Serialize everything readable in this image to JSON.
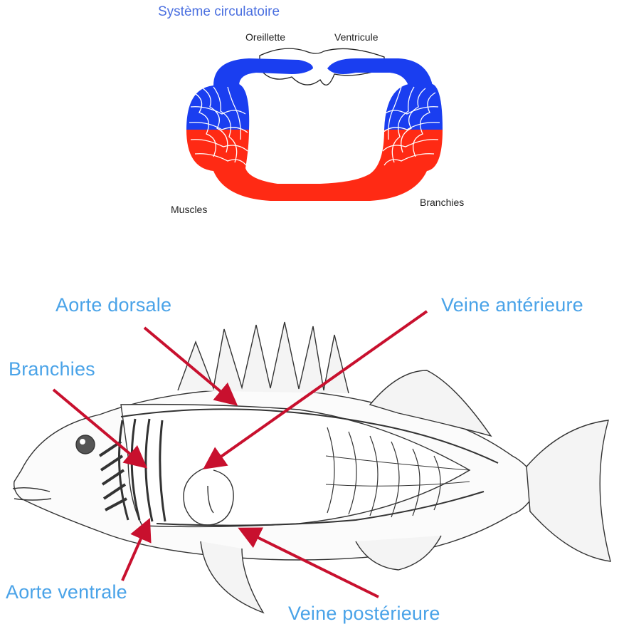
{
  "circulatory_diagram": {
    "title": "Système circulatoire",
    "labels": {
      "atrium": "Oreillette",
      "ventricle": "Ventricule",
      "muscles": "Muscles",
      "gills": "Branchies"
    },
    "colors": {
      "deoxygenated": "#1a3ef0",
      "oxygenated": "#ff2a14"
    }
  },
  "fish_diagram": {
    "labels": {
      "dorsal_aorta": "Aorte dorsale",
      "anterior_vein": "Veine antérieure",
      "gills": "Branchies",
      "ventral_aorta": "Aorte ventrale",
      "posterior_vein": "Veine postérieure"
    },
    "colors": {
      "label": "#4aa3e8",
      "arrow": "#c8102e",
      "outline": "#333333"
    }
  }
}
